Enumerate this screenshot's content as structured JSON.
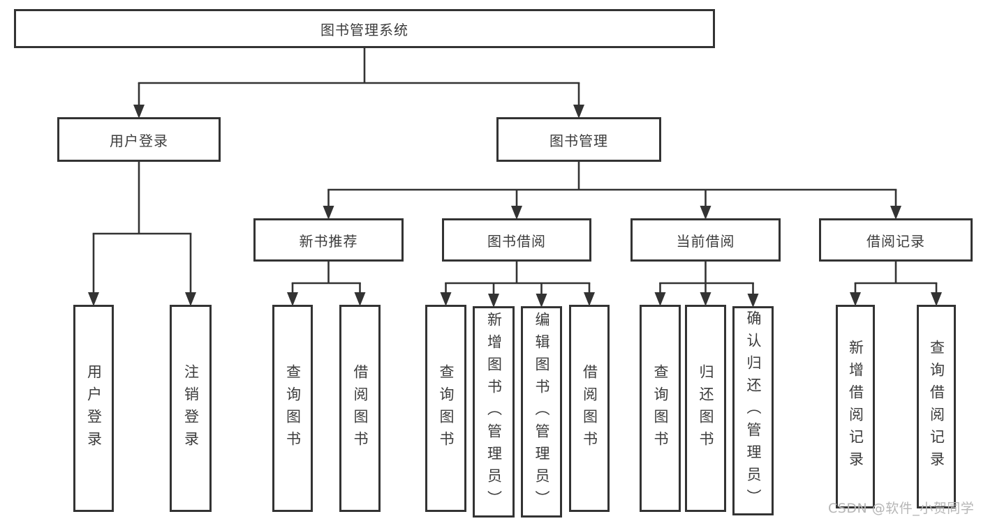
{
  "diagram": {
    "title": "图书管理系统",
    "nodes": [
      {
        "id": "root",
        "label": "图书管理系统",
        "children": [
          "user_login",
          "book_mgmt"
        ]
      },
      {
        "id": "user_login",
        "label": "用户登录",
        "children": [
          "leaf_user_login",
          "leaf_logout"
        ]
      },
      {
        "id": "book_mgmt",
        "label": "图书管理",
        "children": [
          "new_book_rec",
          "book_borrow",
          "current_borrow",
          "borrow_records"
        ]
      },
      {
        "id": "new_book_rec",
        "label": "新书推荐",
        "children": [
          "nb_query",
          "nb_borrow"
        ]
      },
      {
        "id": "book_borrow",
        "label": "图书借阅",
        "children": [
          "bb_query",
          "bb_add",
          "bb_edit",
          "bb_borrow"
        ]
      },
      {
        "id": "current_borrow",
        "label": "当前借阅",
        "children": [
          "cb_query",
          "cb_return",
          "cb_confirm"
        ]
      },
      {
        "id": "borrow_records",
        "label": "借阅记录",
        "children": [
          "br_add",
          "br_query"
        ]
      },
      {
        "id": "leaf_user_login",
        "label": "用户登录"
      },
      {
        "id": "leaf_logout",
        "label": "注销登录"
      },
      {
        "id": "nb_query",
        "label": "查询图书"
      },
      {
        "id": "nb_borrow",
        "label": "借阅图书"
      },
      {
        "id": "bb_query",
        "label": "查询图书"
      },
      {
        "id": "bb_add",
        "label": "新增图书（管理员）"
      },
      {
        "id": "bb_edit",
        "label": "编辑图书（管理员）"
      },
      {
        "id": "bb_borrow",
        "label": "借阅图书"
      },
      {
        "id": "cb_query",
        "label": "查询图书"
      },
      {
        "id": "cb_return",
        "label": "归还图书"
      },
      {
        "id": "cb_confirm",
        "label": "确认归还（管理员）"
      },
      {
        "id": "br_add",
        "label": "新增借阅记录"
      },
      {
        "id": "br_query",
        "label": "查询借阅记录"
      }
    ],
    "colors": {
      "line": "#333333",
      "box_border": "#333333",
      "text": "#3c3c3c",
      "background": "#ffffff"
    }
  },
  "watermark": {
    "text": "CSDN @软件_小贺同学",
    "color": "#b6b6b6"
  }
}
